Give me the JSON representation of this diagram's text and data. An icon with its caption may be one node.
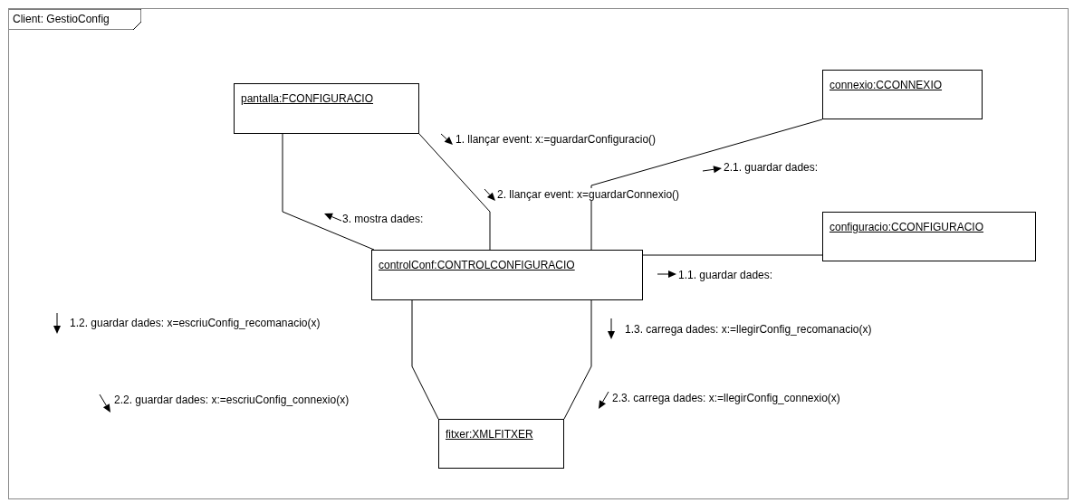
{
  "diagram": {
    "nodes": [
      {
        "text": [
          "Client: GestioConfig"
        ]
      },
      {
        "text": [
          "pantalla:FCONFIGURACIO"
        ],
        "in": 0
      },
      {
        "text": [
          "connexio:CCONNEXIO"
        ],
        "in": 0
      },
      {
        "text": [
          "configuracio:CCONFIGURACIO"
        ],
        "in": 0
      },
      {
        "text": [
          "controlConf:CONTROLCONFIGURACIO"
        ],
        "in": 0
      },
      {
        "text": [
          "fitxer:XMLFITXER"
        ],
        "in": 0
      }
    ],
    "edges": [
      {
        "from": 1,
        "to": 4,
        "arrow": "none"
      },
      {
        "from": 1,
        "to": 4,
        "arrow": "none"
      },
      {
        "from": 2,
        "to": 4,
        "arrow": "none"
      },
      {
        "from": 4,
        "to": 3,
        "arrow": "none"
      },
      {
        "from": 4,
        "to": 5,
        "arrow": "none"
      },
      {
        "from": 4,
        "to": 5,
        "arrow": "none"
      }
    ],
    "labels": [
      "1. llançar event: x:=guardarConfiguracio()",
      "2.1. guardar dades:",
      "2. llançar event: x=guardarConnexio()",
      "3. mostra dades:",
      "1.1. guardar dades:",
      "1.2. guardar dades: x=escriuConfig_recomanacio(x)",
      "1.3. carrega dades: x:=llegirConfig_recomanacio(x)",
      "2.2. guardar dades: x:=escriuConfig_connexio(x)",
      "2.3. carrega dades: x:=llegirConfig_connexio(x)"
    ]
  }
}
